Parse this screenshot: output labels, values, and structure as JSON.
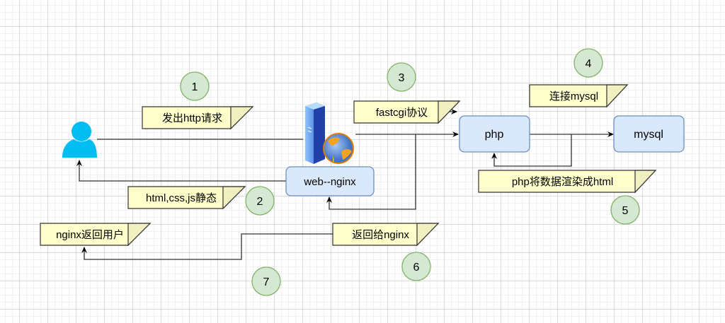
{
  "nodes": {
    "web": "web--nginx",
    "php": "php",
    "mysql": "mysql"
  },
  "notes": [
    "发出http请求",
    "html,css,js静态",
    "fastcgi协议",
    "连接mysql",
    "php将数据渲染成html",
    "返回给nginx",
    "nginx返回用户"
  ],
  "steps": [
    "1",
    "2",
    "3",
    "4",
    "5",
    "6",
    "7"
  ],
  "colors": {
    "box_fill": "#dae8fc",
    "box_stroke": "#6c8ebf",
    "note_fill": "#ffffcc",
    "note_fold": "#f0f0c0",
    "step_fill": "#d5e8d4",
    "step_stroke": "#82b366",
    "user_icon": "#00bef2"
  },
  "icons": [
    "user-icon",
    "web-server-icon"
  ]
}
